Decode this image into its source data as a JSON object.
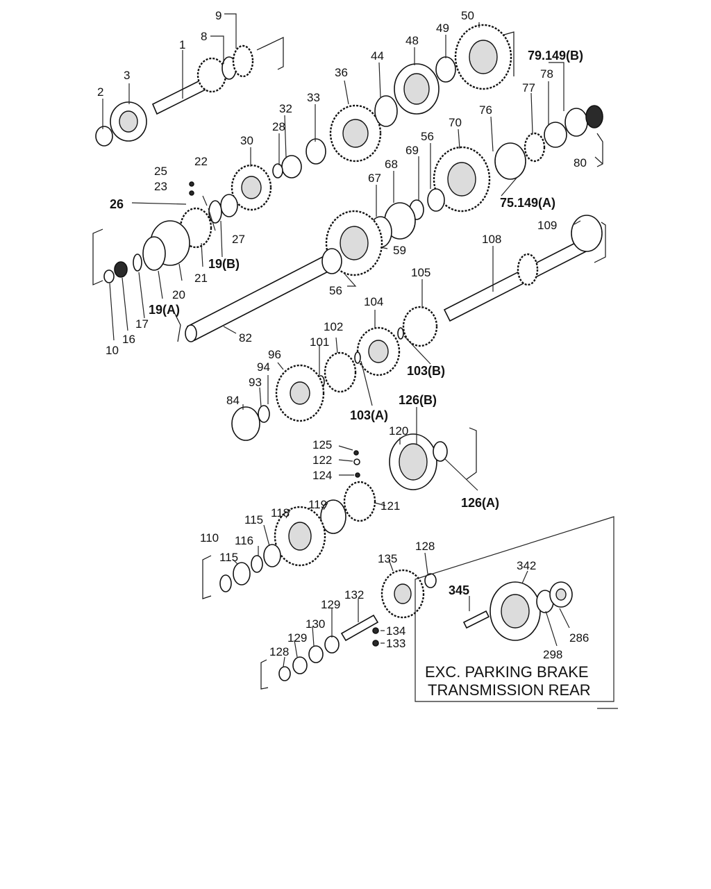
{
  "diagram": {
    "labels": {
      "p1": "1",
      "p2": "2",
      "p3": "3",
      "p8": "8",
      "p9": "9",
      "p10": "10",
      "p16": "16",
      "p17": "17",
      "p19a": "19(A)",
      "p19b": "19(B)",
      "p20": "20",
      "p21": "21",
      "p22": "22",
      "p23": "23",
      "p25": "25",
      "p26": "26",
      "p27": "27",
      "p28": "28",
      "p30": "30",
      "p32": "32",
      "p33": "33",
      "p36": "36",
      "p44": "44",
      "p48": "48",
      "p49": "49",
      "p50": "50",
      "p56a": "56",
      "p56b": "56",
      "p59": "59",
      "p67": "67",
      "p68": "68",
      "p69": "69",
      "p70": "70",
      "p75": "75.149(A)",
      "p76": "76",
      "p77": "77",
      "p78": "78",
      "p79": "79.149(B)",
      "p80": "80",
      "p82": "82",
      "p84": "84",
      "p93": "93",
      "p94": "94",
      "p96": "96",
      "p101": "101",
      "p102": "102",
      "p103a": "103(A)",
      "p103b": "103(B)",
      "p104": "104",
      "p105": "105",
      "p108": "108",
      "p109": "109",
      "p110": "110",
      "p115a": "115",
      "p115b": "115",
      "p116": "116",
      "p118": "118",
      "p119": "119",
      "p120": "120",
      "p121": "121",
      "p122": "122",
      "p124": "124",
      "p125": "125",
      "p126a": "126(A)",
      "p126b": "126(B)",
      "p128a": "128",
      "p128b": "128",
      "p129a": "129",
      "p129b": "129",
      "p130": "130",
      "p132": "132",
      "p133": "133",
      "p134": "134",
      "p135": "135",
      "p286": "286",
      "p298": "298",
      "p342": "342",
      "p345": "345"
    },
    "inset_note": {
      "line1": "EXC. PARKING BRAKE",
      "line2": "TRANSMISSION REAR"
    }
  }
}
